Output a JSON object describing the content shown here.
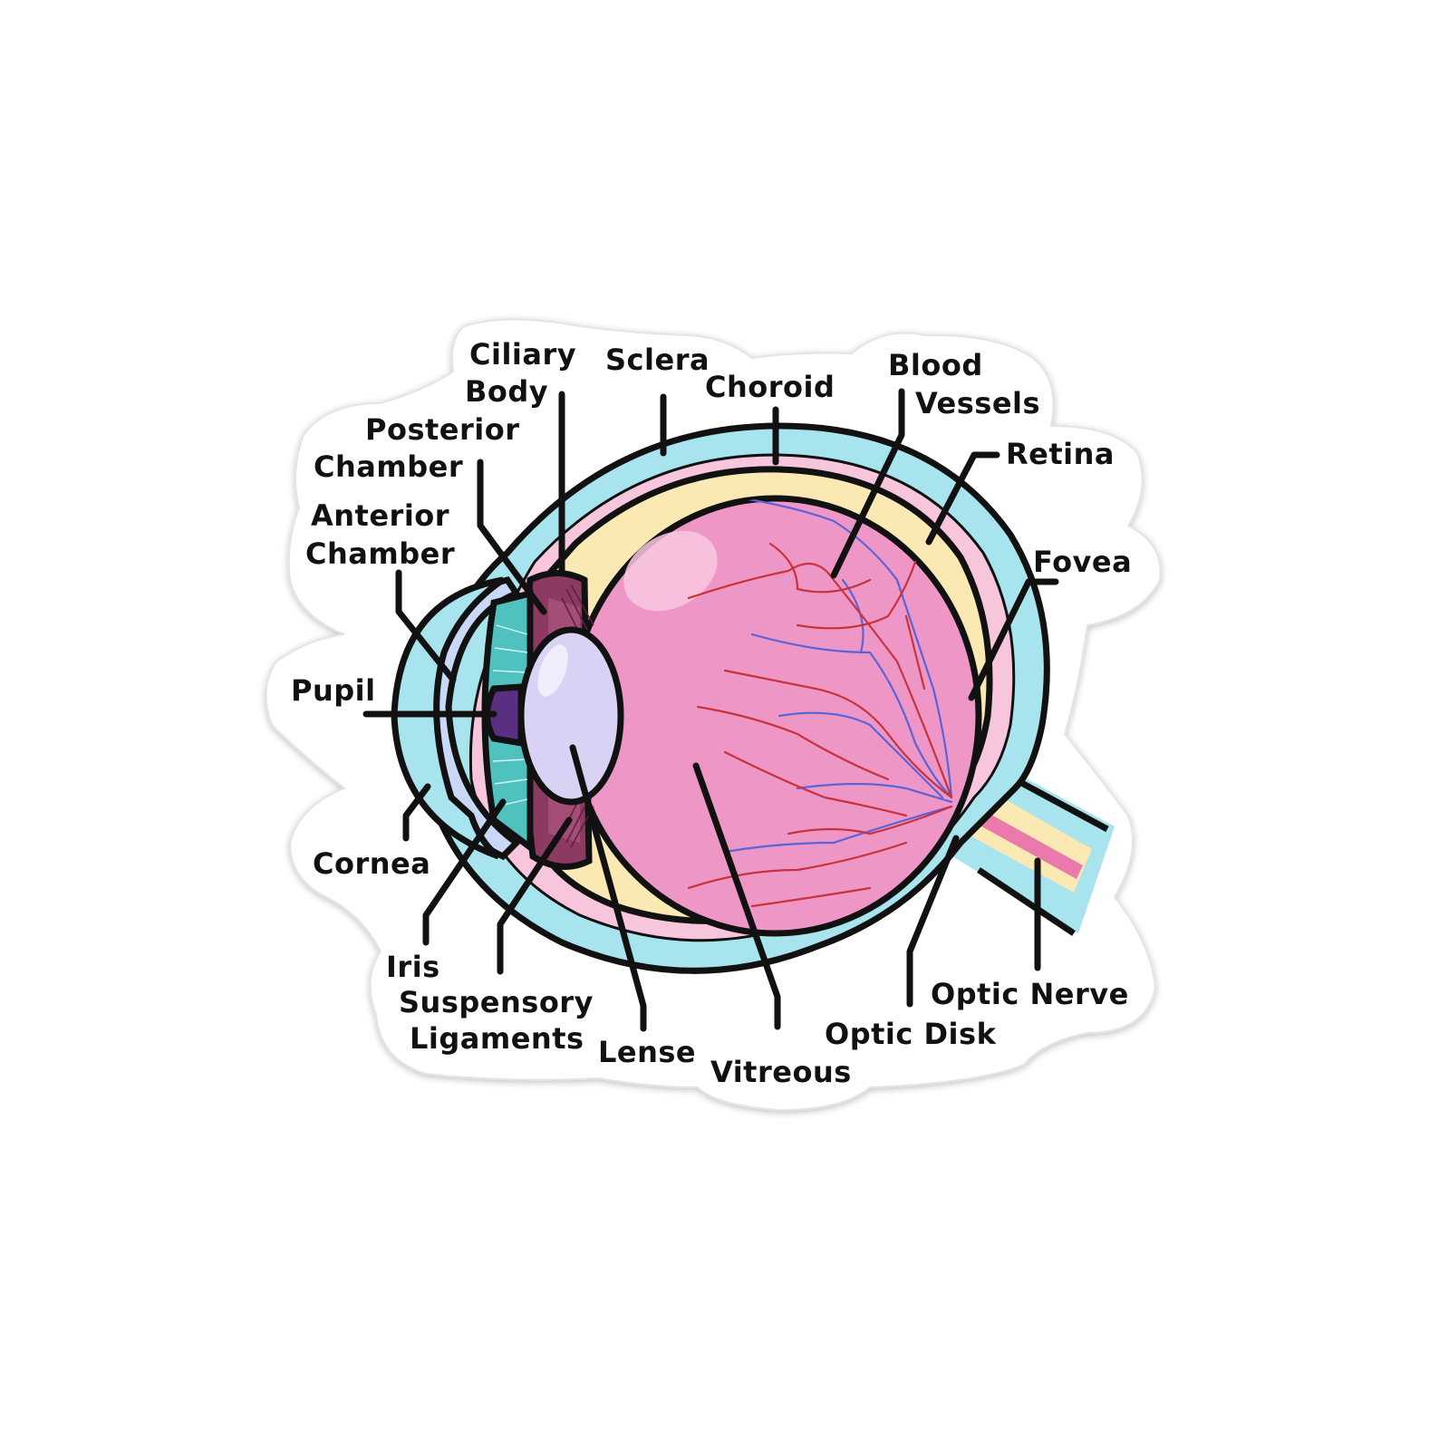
{
  "diagram": {
    "labels": {
      "ciliary_body_1": "Ciliary",
      "ciliary_body_2": "Body",
      "sclera": "Sclera",
      "choroid": "Choroid",
      "blood_vessels_1": "Blood",
      "blood_vessels_2": "Vessels",
      "retina": "Retina",
      "posterior_chamber_1": "Posterior",
      "posterior_chamber_2": "Chamber",
      "anterior_chamber_1": "Anterior",
      "anterior_chamber_2": "Chamber",
      "fovea": "Fovea",
      "pupil": "Pupil",
      "cornea": "Cornea",
      "iris": "Iris",
      "suspensory_ligaments_1": "Suspensory",
      "suspensory_ligaments_2": "Ligaments",
      "lense": "Lense",
      "vitreous": "Vitreous",
      "optic_disk": "Optic Disk",
      "optic_nerve": "Optic Nerve"
    },
    "colors": {
      "sclera": "#a8e4ee",
      "choroid": "#f7c6dc",
      "retina": "#fbe9b4",
      "vitreous": "#ee97c6",
      "lens": "#d9d2f4",
      "cornea": "#c9d8f6",
      "iris": "#4fc2c0",
      "ciliary": "#8c3a62",
      "pupil": "#5a2f82",
      "outline": "#111111"
    }
  }
}
